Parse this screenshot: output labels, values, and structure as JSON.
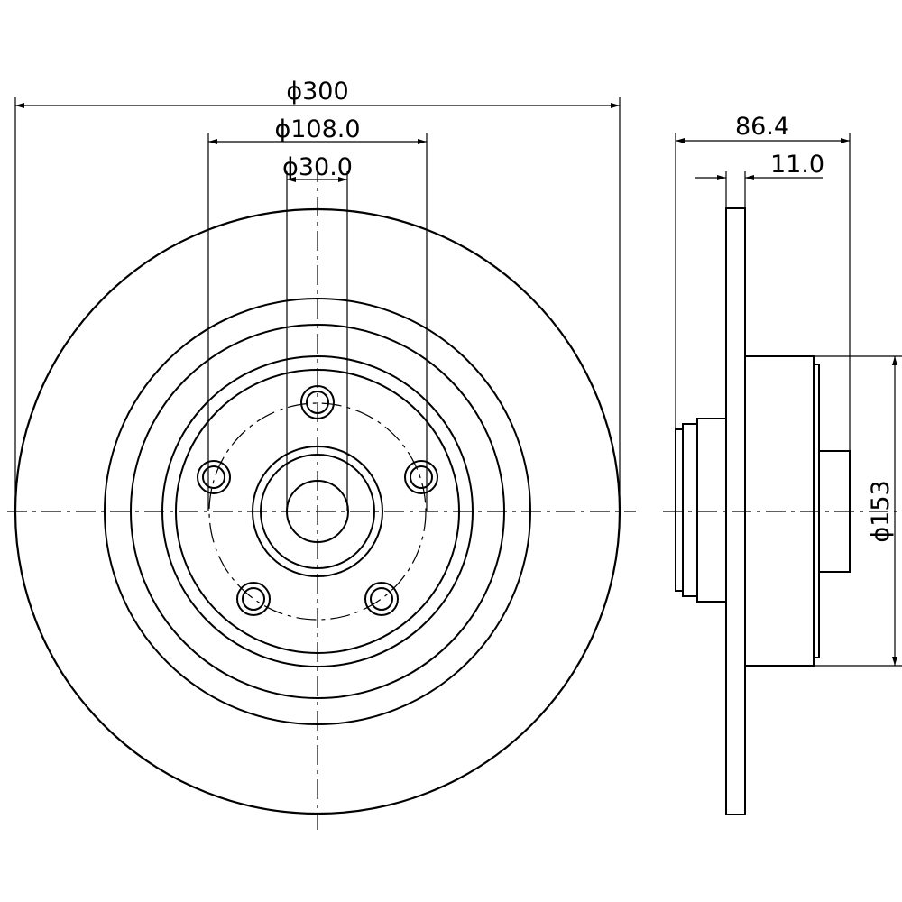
{
  "colors": {
    "stroke": "#000000",
    "background": "#ffffff"
  },
  "dimensions": {
    "outer_diameter": "ϕ300",
    "bolt_circle_diameter": "ϕ108.0",
    "center_bore_diameter": "ϕ30.0",
    "total_height": "86.4",
    "disc_thickness": "11.0",
    "hub_diameter": "ϕ153"
  }
}
